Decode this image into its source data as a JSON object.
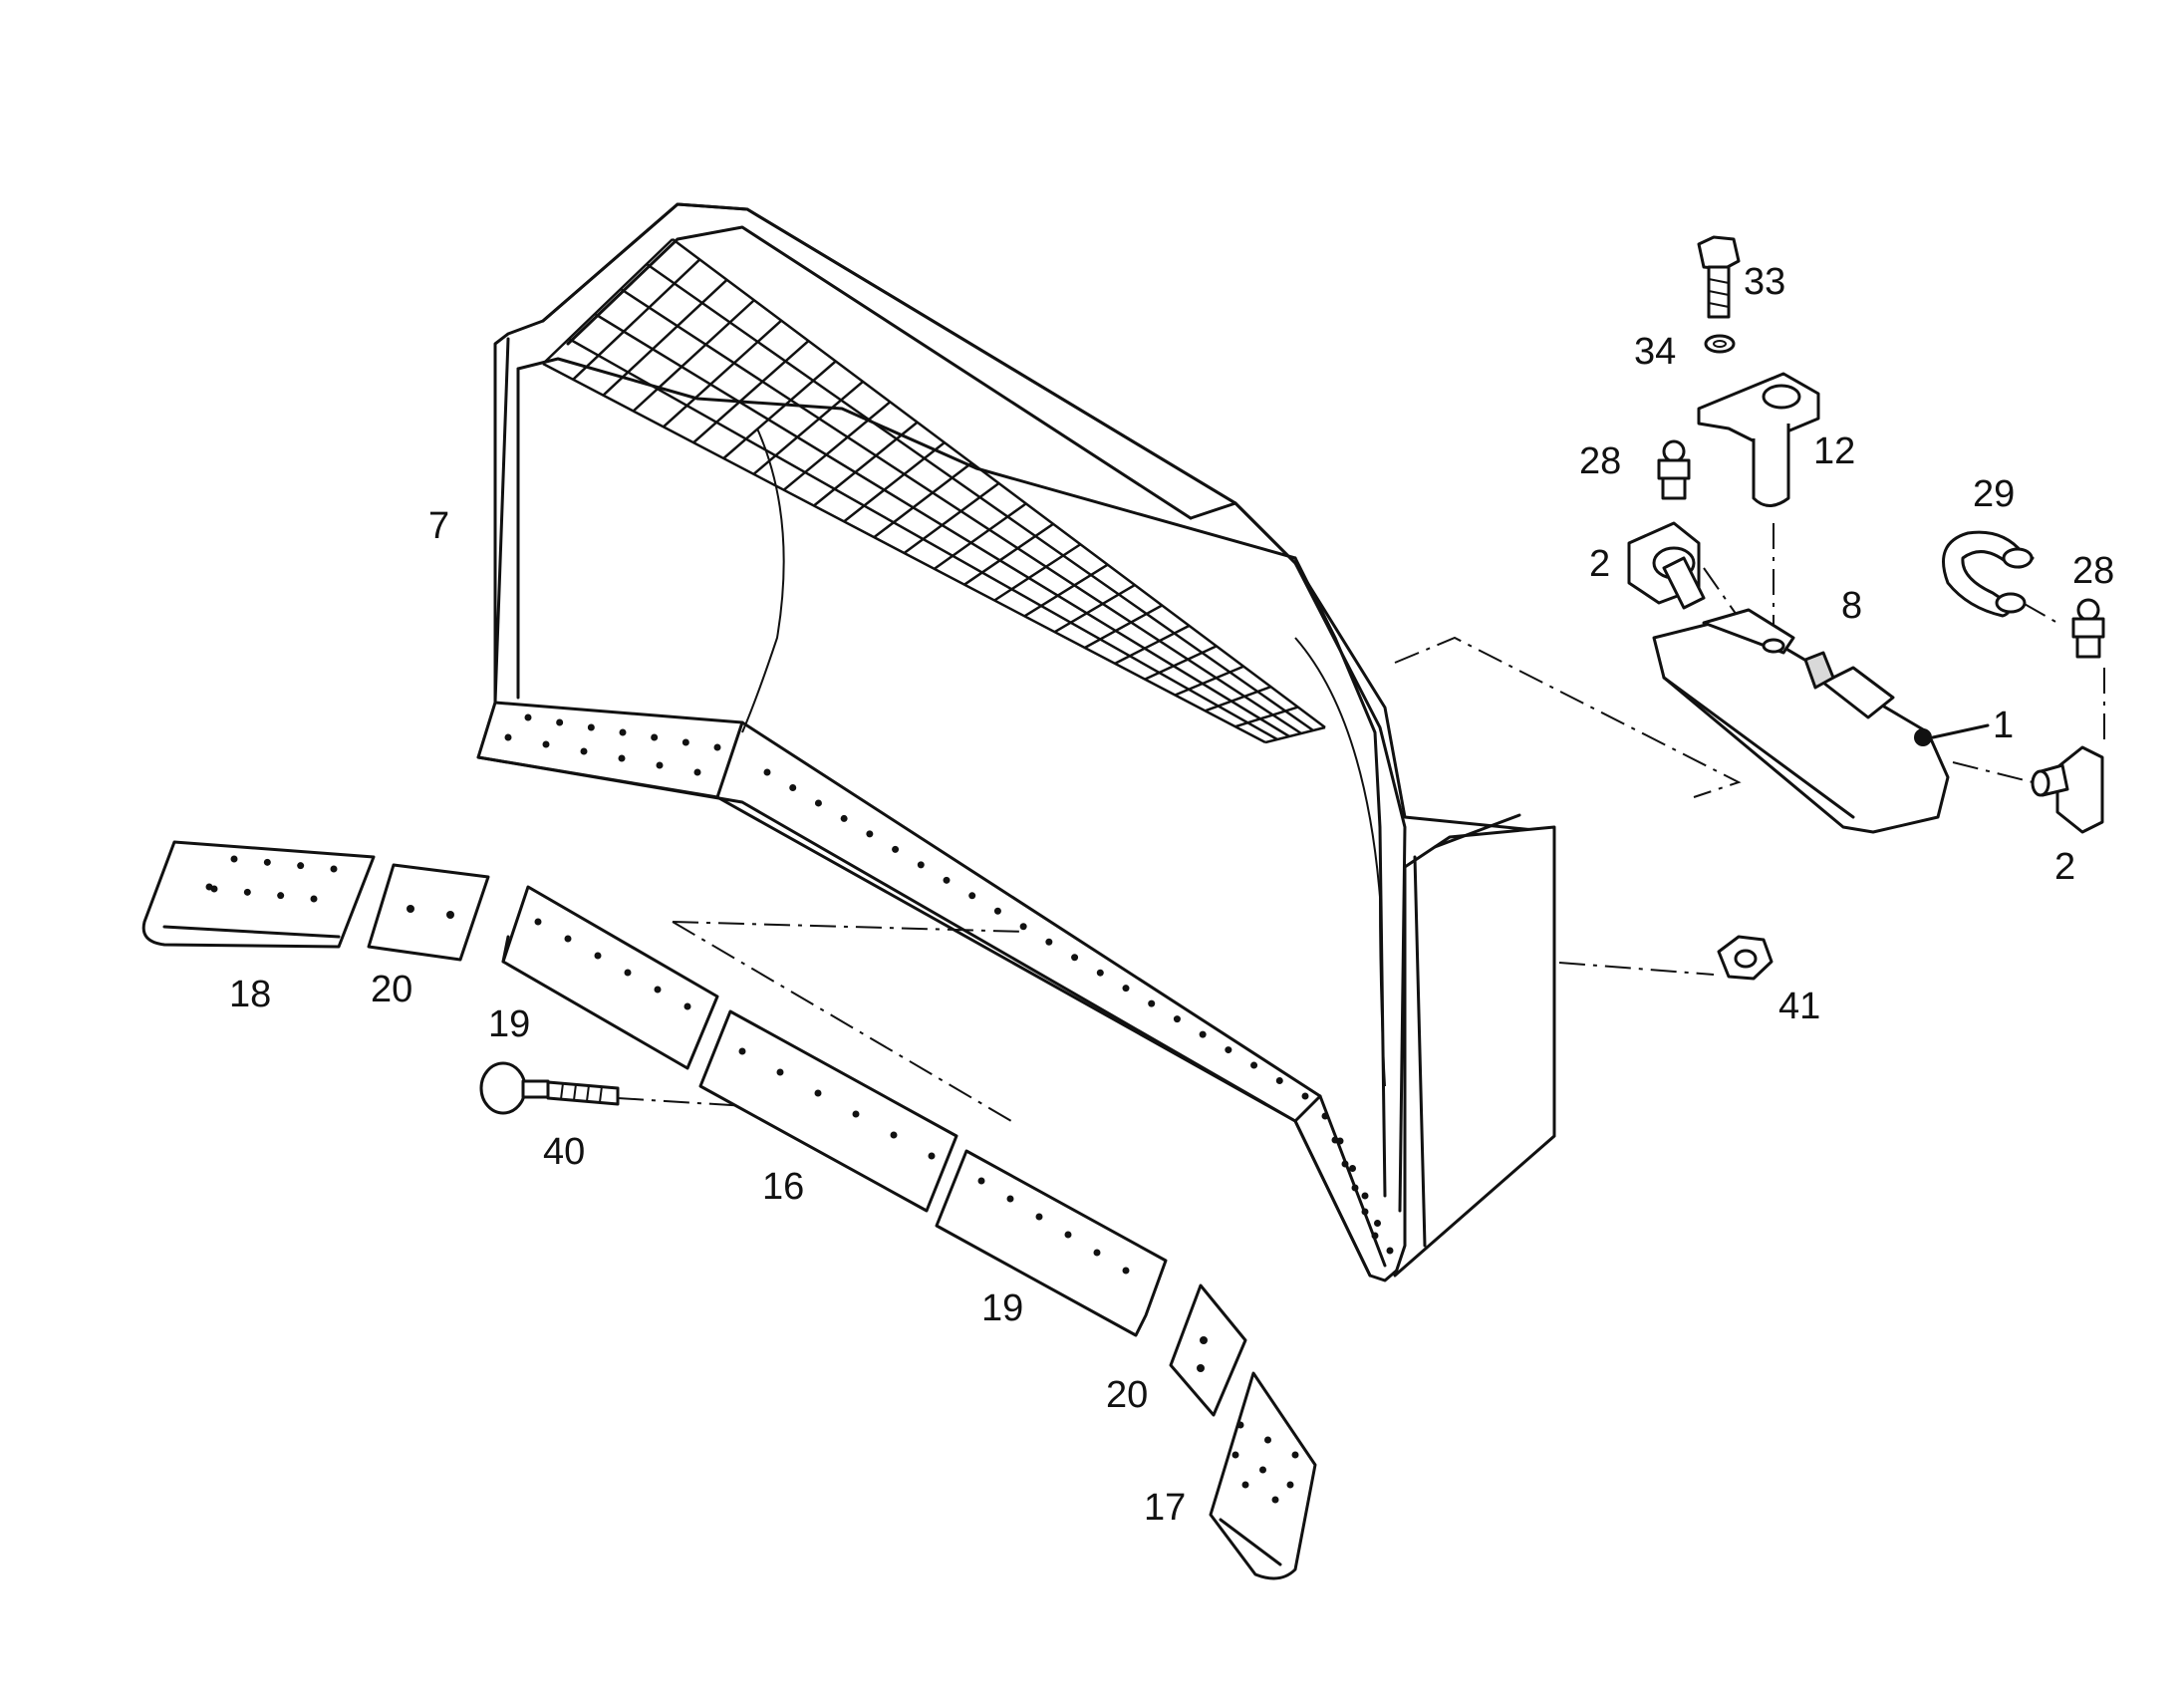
{
  "labels": {
    "blade": "7",
    "bolt_top": "33",
    "washer": "34",
    "pin": "12",
    "grease_fitting_left": "28",
    "cap_left": "2",
    "bracket": "8",
    "bracket_pin": "1",
    "clamp": "29",
    "grease_fitting_right": "28",
    "cap_right": "2",
    "nut": "41",
    "end_bit_left": "18",
    "shim_left": "20",
    "cutting_edge_left": "19",
    "plow_bolt": "40",
    "cutting_edge_center": "16",
    "cutting_edge_right": "19",
    "shim_right": "20",
    "end_bit_right": "17"
  },
  "icons": {
    "blade": "dozer-blade-icon",
    "bolt": "hex-bolt-icon",
    "washer": "washer-icon",
    "pin": "pin-icon",
    "grease_fitting": "grease-fitting-icon",
    "cap": "cap-icon",
    "bracket": "bracket-icon",
    "clamp": "clamp-icon",
    "nut": "hex-nut-icon",
    "end_bit": "end-bit-icon",
    "shim": "shim-icon",
    "cutting_edge": "cutting-edge-icon",
    "plow_bolt": "plow-bolt-icon"
  },
  "colors": {
    "ink": "#111111",
    "paper": "#ffffff",
    "shade": "#d9d9d9"
  }
}
